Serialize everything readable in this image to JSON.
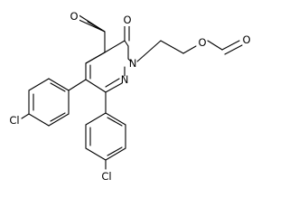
{
  "structure": {
    "atom_labels": {
      "acetyl_oxygen": "O",
      "ring_oxygen": "O",
      "ring_nitrogen_1": "N",
      "ring_nitrogen_2": "N",
      "ester_oxygen": "O",
      "formyl_oxygen": "O",
      "chlorine_upper": "Cl",
      "chlorine_lower": "Cl"
    }
  }
}
